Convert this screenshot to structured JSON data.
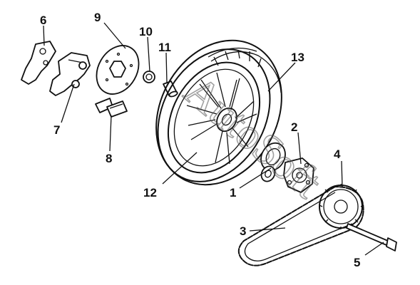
{
  "diagram": {
    "watermark": "AutoSoft",
    "callouts": [
      {
        "id": "1",
        "label": "1"
      },
      {
        "id": "2",
        "label": "2"
      },
      {
        "id": "3",
        "label": "3"
      },
      {
        "id": "4",
        "label": "4"
      },
      {
        "id": "5",
        "label": "5"
      },
      {
        "id": "6",
        "label": "6"
      },
      {
        "id": "7",
        "label": "7"
      },
      {
        "id": "8",
        "label": "8"
      },
      {
        "id": "9",
        "label": "9"
      },
      {
        "id": "10",
        "label": "10"
      },
      {
        "id": "11",
        "label": "11"
      },
      {
        "id": "12",
        "label": "12"
      },
      {
        "id": "13",
        "label": "13"
      }
    ]
  }
}
